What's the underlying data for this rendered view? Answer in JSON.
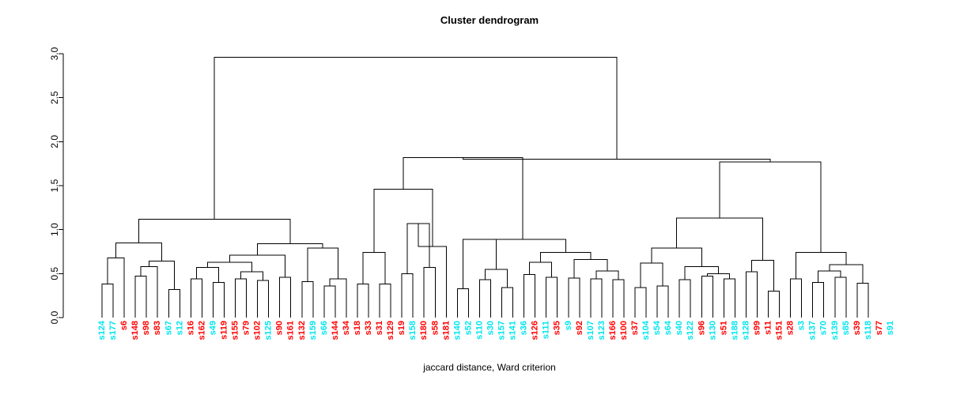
{
  "title": "Cluster dendrogram",
  "xlabel": "jaccard distance, Ward criterion",
  "colors": {
    "axis": "#000000",
    "branch": "#000000",
    "label_cyan": "#00e5ee",
    "label_red": "#ff0000",
    "background": "#ffffff"
  },
  "chart_data": {
    "type": "dendrogram",
    "title": "Cluster dendrogram",
    "xlabel": "jaccard distance, Ward criterion",
    "ylabel": "",
    "ylim": [
      0.0,
      3.0
    ],
    "yticks": [
      0.0,
      0.5,
      1.0,
      1.5,
      2.0,
      2.5,
      3.0
    ],
    "ytick_labels": [
      "0.0",
      "0.5",
      "1.0",
      "1.5",
      "2.0",
      "2.5",
      "3.0"
    ],
    "grid": false,
    "legend": "none",
    "distance_metric": "jaccard distance",
    "linkage": "Ward criterion",
    "n_leaves": 74,
    "leaves": [
      {
        "label": "s124",
        "color": "cyan"
      },
      {
        "label": "s177",
        "color": "cyan"
      },
      {
        "label": "s6",
        "color": "red"
      },
      {
        "label": "s148",
        "color": "red"
      },
      {
        "label": "s98",
        "color": "red"
      },
      {
        "label": "s83",
        "color": "red"
      },
      {
        "label": "s67",
        "color": "cyan"
      },
      {
        "label": "s12",
        "color": "cyan"
      },
      {
        "label": "s16",
        "color": "red"
      },
      {
        "label": "s162",
        "color": "red"
      },
      {
        "label": "s49",
        "color": "cyan"
      },
      {
        "label": "s119",
        "color": "red"
      },
      {
        "label": "s155",
        "color": "red"
      },
      {
        "label": "s79",
        "color": "red"
      },
      {
        "label": "s102",
        "color": "red"
      },
      {
        "label": "s125",
        "color": "cyan"
      },
      {
        "label": "s90",
        "color": "red"
      },
      {
        "label": "s161",
        "color": "red"
      },
      {
        "label": "s132",
        "color": "red"
      },
      {
        "label": "s159",
        "color": "cyan"
      },
      {
        "label": "s66",
        "color": "cyan"
      },
      {
        "label": "s144",
        "color": "red"
      },
      {
        "label": "s34",
        "color": "red"
      },
      {
        "label": "s18",
        "color": "red"
      },
      {
        "label": "s33",
        "color": "red"
      },
      {
        "label": "s31",
        "color": "red"
      },
      {
        "label": "s129",
        "color": "red"
      },
      {
        "label": "s19",
        "color": "red"
      },
      {
        "label": "s158",
        "color": "cyan"
      },
      {
        "label": "s180",
        "color": "red"
      },
      {
        "label": "s58",
        "color": "red"
      },
      {
        "label": "s181",
        "color": "red"
      },
      {
        "label": "s140",
        "color": "cyan"
      },
      {
        "label": "s52",
        "color": "cyan"
      },
      {
        "label": "s110",
        "color": "cyan"
      },
      {
        "label": "s30",
        "color": "cyan"
      },
      {
        "label": "s157",
        "color": "cyan"
      },
      {
        "label": "s141",
        "color": "cyan"
      },
      {
        "label": "s36",
        "color": "cyan"
      },
      {
        "label": "s126",
        "color": "red"
      },
      {
        "label": "s111",
        "color": "cyan"
      },
      {
        "label": "s35",
        "color": "red"
      },
      {
        "label": "s9",
        "color": "cyan"
      },
      {
        "label": "s92",
        "color": "red"
      },
      {
        "label": "s107",
        "color": "cyan"
      },
      {
        "label": "s123",
        "color": "cyan"
      },
      {
        "label": "s166",
        "color": "red"
      },
      {
        "label": "s100",
        "color": "red"
      },
      {
        "label": "s37",
        "color": "red"
      },
      {
        "label": "s104",
        "color": "cyan"
      },
      {
        "label": "s54",
        "color": "cyan"
      },
      {
        "label": "s64",
        "color": "cyan"
      },
      {
        "label": "s40",
        "color": "cyan"
      },
      {
        "label": "s122",
        "color": "cyan"
      },
      {
        "label": "s96",
        "color": "red"
      },
      {
        "label": "s130",
        "color": "cyan"
      },
      {
        "label": "s51",
        "color": "red"
      },
      {
        "label": "s188",
        "color": "cyan"
      },
      {
        "label": "s128",
        "color": "cyan"
      },
      {
        "label": "s99",
        "color": "red"
      },
      {
        "label": "s11",
        "color": "red"
      },
      {
        "label": "s151",
        "color": "red"
      },
      {
        "label": "s28",
        "color": "red"
      },
      {
        "label": "s3",
        "color": "cyan"
      },
      {
        "label": "s137",
        "color": "cyan"
      },
      {
        "label": "s70",
        "color": "cyan"
      },
      {
        "label": "s139",
        "color": "cyan"
      },
      {
        "label": "s85",
        "color": "cyan"
      },
      {
        "label": "s39",
        "color": "red"
      },
      {
        "label": "s118",
        "color": "cyan"
      },
      {
        "label": "s77",
        "color": "red"
      },
      {
        "label": "s91",
        "color": "cyan"
      }
    ],
    "merges": [
      {
        "id": "m1",
        "left": {
          "leaf": 0
        },
        "right": {
          "leaf": 1
        },
        "height": 0.38
      },
      {
        "id": "m2",
        "left": {
          "node": "m1"
        },
        "right": {
          "leaf": 2
        },
        "height": 0.68
      },
      {
        "id": "m3",
        "left": {
          "leaf": 3
        },
        "right": {
          "leaf": 4
        },
        "height": 0.47
      },
      {
        "id": "m4",
        "left": {
          "node": "m3"
        },
        "right": {
          "leaf": 5
        },
        "height": 0.58
      },
      {
        "id": "m5",
        "left": {
          "leaf": 6
        },
        "right": {
          "leaf": 7
        },
        "height": 0.32
      },
      {
        "id": "m6",
        "left": {
          "node": "m4"
        },
        "right": {
          "node": "m5"
        },
        "height": 0.64
      },
      {
        "id": "m7",
        "left": {
          "node": "m2"
        },
        "right": {
          "node": "m6"
        },
        "height": 0.85
      },
      {
        "id": "m8",
        "left": {
          "leaf": 8
        },
        "right": {
          "leaf": 9
        },
        "height": 0.44
      },
      {
        "id": "m9",
        "left": {
          "leaf": 10
        },
        "right": {
          "leaf": 11
        },
        "height": 0.4
      },
      {
        "id": "m10",
        "left": {
          "node": "m8"
        },
        "right": {
          "node": "m9"
        },
        "height": 0.57
      },
      {
        "id": "m11",
        "left": {
          "leaf": 12
        },
        "right": {
          "leaf": 13
        },
        "height": 0.44
      },
      {
        "id": "m12",
        "left": {
          "leaf": 14
        },
        "right": {
          "leaf": 15
        },
        "height": 0.42
      },
      {
        "id": "m13",
        "left": {
          "node": "m11"
        },
        "right": {
          "node": "m12"
        },
        "height": 0.52
      },
      {
        "id": "m14",
        "left": {
          "node": "m10"
        },
        "right": {
          "node": "m13"
        },
        "height": 0.63
      },
      {
        "id": "m15",
        "left": {
          "leaf": 16
        },
        "right": {
          "leaf": 17
        },
        "height": 0.46
      },
      {
        "id": "m16",
        "left": {
          "node": "m14"
        },
        "right": {
          "node": "m15"
        },
        "height": 0.71
      },
      {
        "id": "m17",
        "left": {
          "leaf": 18
        },
        "right": {
          "leaf": 19
        },
        "height": 0.41
      },
      {
        "id": "m18",
        "left": {
          "leaf": 20
        },
        "right": {
          "leaf": 21
        },
        "height": 0.36
      },
      {
        "id": "m19",
        "left": {
          "node": "m18"
        },
        "right": {
          "leaf": 22
        },
        "height": 0.44
      },
      {
        "id": "m20",
        "left": {
          "node": "m17"
        },
        "right": {
          "node": "m19"
        },
        "height": 0.79
      },
      {
        "id": "m21",
        "left": {
          "node": "m16"
        },
        "right": {
          "node": "m20"
        },
        "height": 0.84
      },
      {
        "id": "m22",
        "left": {
          "node": "m7"
        },
        "right": {
          "node": "m21"
        },
        "height": 1.12
      },
      {
        "id": "m23",
        "left": {
          "leaf": 23
        },
        "right": {
          "leaf": 24
        },
        "height": 0.38
      },
      {
        "id": "m24",
        "left": {
          "leaf": 25
        },
        "right": {
          "leaf": 26
        },
        "height": 0.38
      },
      {
        "id": "m25",
        "left": {
          "node": "m23"
        },
        "right": {
          "node": "m24"
        },
        "height": 0.74
      },
      {
        "id": "m26",
        "left": {
          "leaf": 27
        },
        "right": {
          "leaf": 28
        },
        "height": 0.5
      },
      {
        "id": "m27",
        "left": {
          "leaf": 29
        },
        "right": {
          "leaf": 30
        },
        "height": 0.57
      },
      {
        "id": "m28",
        "left": {
          "node": "m26"
        },
        "right": {
          "node": "m27"
        },
        "height": 1.07
      },
      {
        "id": "m29",
        "left": {
          "node": "m28"
        },
        "right": {
          "leaf": 31
        },
        "height": 0.81
      },
      {
        "id": "m30",
        "left": {
          "node": "m25"
        },
        "right": {
          "node": "m29"
        },
        "height": 1.46
      },
      {
        "id": "m31",
        "left": {
          "leaf": 32
        },
        "right": {
          "leaf": 33
        },
        "height": 0.33
      },
      {
        "id": "m32",
        "left": {
          "leaf": 34
        },
        "right": {
          "leaf": 35
        },
        "height": 0.43
      },
      {
        "id": "m33",
        "left": {
          "leaf": 36
        },
        "right": {
          "leaf": 37
        },
        "height": 0.34
      },
      {
        "id": "m34",
        "left": {
          "node": "m32"
        },
        "right": {
          "node": "m33"
        },
        "height": 0.55
      },
      {
        "id": "m35",
        "left": {
          "node": "m31"
        },
        "right": {
          "node": "m34"
        },
        "height": 0.89
      },
      {
        "id": "m36",
        "left": {
          "leaf": 38
        },
        "right": {
          "leaf": 39
        },
        "height": 0.49
      },
      {
        "id": "m37",
        "left": {
          "leaf": 40
        },
        "right": {
          "leaf": 41
        },
        "height": 0.46
      },
      {
        "id": "m38",
        "left": {
          "node": "m36"
        },
        "right": {
          "node": "m37"
        },
        "height": 0.63
      },
      {
        "id": "m39",
        "left": {
          "leaf": 42
        },
        "right": {
          "leaf": 43
        },
        "height": 0.45
      },
      {
        "id": "m40",
        "left": {
          "leaf": 44
        },
        "right": {
          "leaf": 45
        },
        "height": 0.44
      },
      {
        "id": "m41",
        "left": {
          "leaf": 46
        },
        "right": {
          "leaf": 47
        },
        "height": 0.43
      },
      {
        "id": "m42",
        "left": {
          "node": "m40"
        },
        "right": {
          "node": "m41"
        },
        "height": 0.53
      },
      {
        "id": "m43",
        "left": {
          "node": "m39"
        },
        "right": {
          "node": "m42"
        },
        "height": 0.66
      },
      {
        "id": "m44",
        "left": {
          "node": "m38"
        },
        "right": {
          "node": "m43"
        },
        "height": 0.74
      },
      {
        "id": "m45",
        "left": {
          "node": "m35"
        },
        "right": {
          "node": "m44"
        },
        "height": 0.89
      },
      {
        "id": "m46",
        "left": {
          "node": "m30"
        },
        "right": {
          "node": "m45"
        },
        "height": 1.82
      },
      {
        "id": "m47",
        "left": {
          "leaf": 48
        },
        "right": {
          "leaf": 49
        },
        "height": 0.34
      },
      {
        "id": "m48",
        "left": {
          "leaf": 50
        },
        "right": {
          "leaf": 51
        },
        "height": 0.36
      },
      {
        "id": "m49",
        "left": {
          "node": "m47"
        },
        "right": {
          "node": "m48"
        },
        "height": 0.62
      },
      {
        "id": "m50",
        "left": {
          "leaf": 52
        },
        "right": {
          "leaf": 53
        },
        "height": 0.43
      },
      {
        "id": "m51",
        "left": {
          "leaf": 54
        },
        "right": {
          "leaf": 55
        },
        "height": 0.47
      },
      {
        "id": "m52",
        "left": {
          "leaf": 56
        },
        "right": {
          "leaf": 57
        },
        "height": 0.44
      },
      {
        "id": "m53",
        "left": {
          "node": "m51"
        },
        "right": {
          "node": "m52"
        },
        "height": 0.5
      },
      {
        "id": "m54",
        "left": {
          "node": "m50"
        },
        "right": {
          "node": "m53"
        },
        "height": 0.58
      },
      {
        "id": "m55",
        "left": {
          "node": "m49"
        },
        "right": {
          "node": "m54"
        },
        "height": 0.79
      },
      {
        "id": "m56",
        "left": {
          "leaf": 58
        },
        "right": {
          "leaf": 59
        },
        "height": 0.52
      },
      {
        "id": "m57",
        "left": {
          "leaf": 60
        },
        "right": {
          "leaf": 61
        },
        "height": 0.3
      },
      {
        "id": "m58",
        "left": {
          "node": "m56"
        },
        "right": {
          "node": "m57"
        },
        "height": 0.65
      },
      {
        "id": "m59",
        "left": {
          "node": "m55"
        },
        "right": {
          "node": "m58"
        },
        "height": 1.13
      },
      {
        "id": "m60",
        "left": {
          "leaf": 62
        },
        "right": {
          "leaf": 63
        },
        "height": 0.44
      },
      {
        "id": "m61",
        "left": {
          "leaf": 64
        },
        "right": {
          "leaf": 65
        },
        "height": 0.4
      },
      {
        "id": "m62",
        "left": {
          "leaf": 66
        },
        "right": {
          "leaf": 67
        },
        "height": 0.46
      },
      {
        "id": "m63",
        "left": {
          "node": "m61"
        },
        "right": {
          "node": "m62"
        },
        "height": 0.53
      },
      {
        "id": "m64",
        "left": {
          "leaf": 68
        },
        "right": {
          "leaf": 69
        },
        "height": 0.39
      },
      {
        "id": "m65",
        "left": {
          "node": "m63"
        },
        "right": {
          "node": "m64"
        },
        "height": 0.6
      },
      {
        "id": "m66",
        "left": {
          "node": "m60"
        },
        "right": {
          "node": "m65"
        },
        "height": 0.74
      },
      {
        "id": "m67",
        "left": {
          "node": "m59"
        },
        "right": {
          "node": "m66"
        },
        "height": 1.77
      },
      {
        "id": "m68",
        "left": {
          "node": "m46"
        },
        "right": {
          "node": "m67"
        },
        "height": 1.8
      },
      {
        "id": "m69",
        "left": {
          "node": "m22"
        },
        "right": {
          "node": "m68"
        },
        "height": 2.96
      }
    ]
  }
}
